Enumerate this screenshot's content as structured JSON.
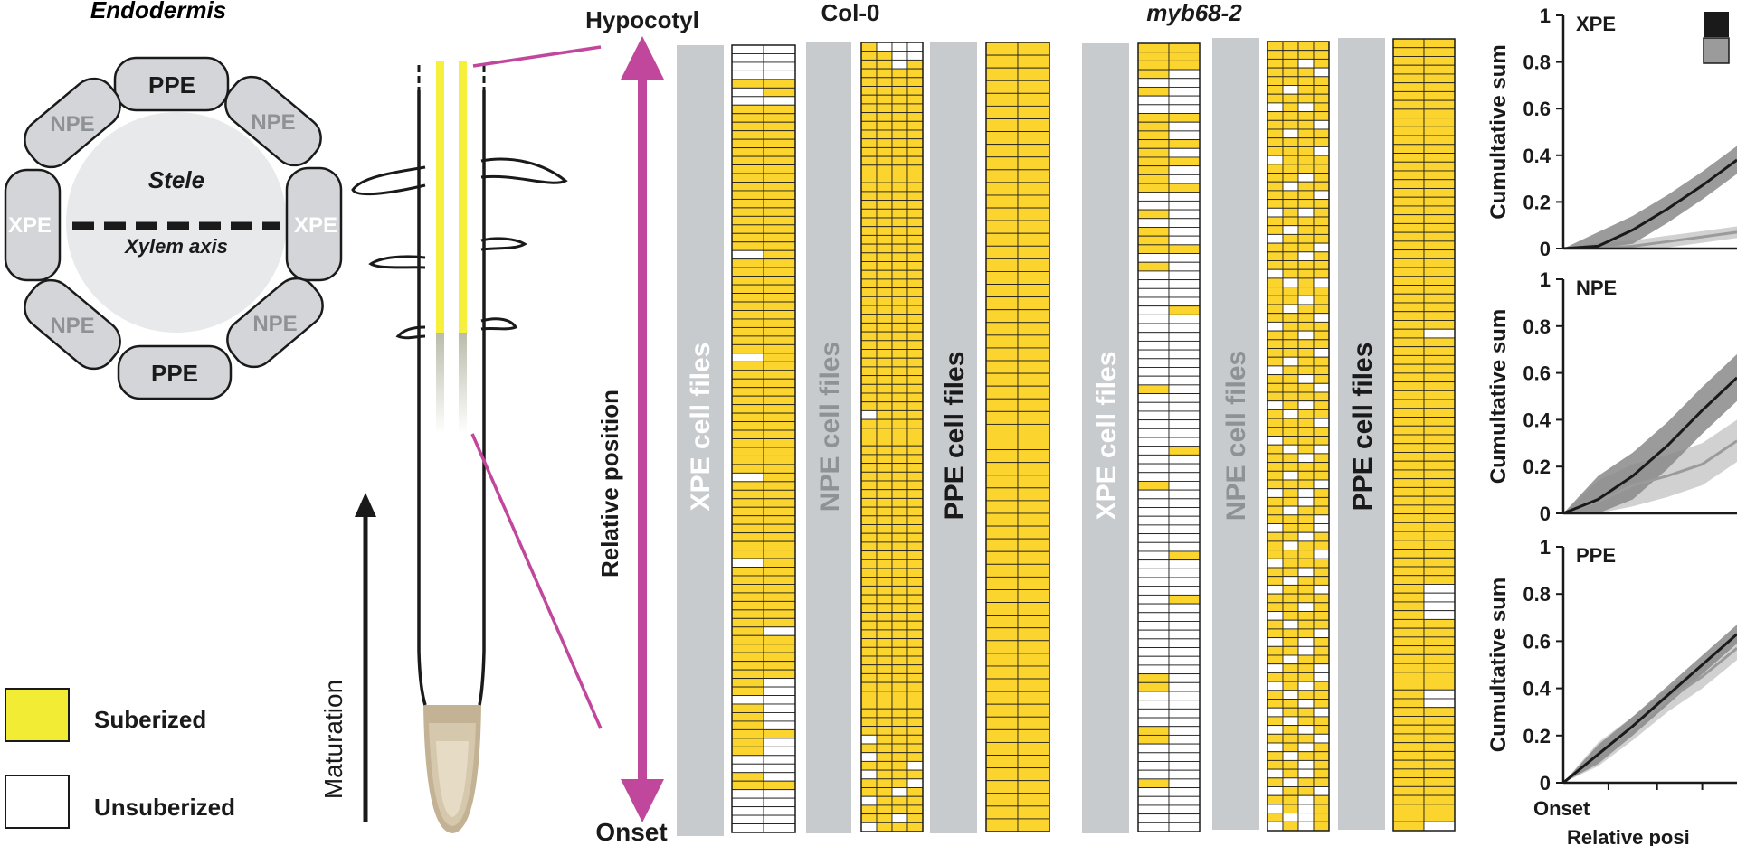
{
  "endodermis": {
    "title": "Endodermis",
    "stele_label": "Stele",
    "xylem_axis_label": "Xylem axis",
    "ppe_label": "PPE",
    "npe_label": "NPE",
    "xpe_label": "XPE"
  },
  "root": {
    "maturation_label": "Maturation"
  },
  "legend": {
    "suberized": "Suberized",
    "unsuberized": "Unsuberized"
  },
  "axis": {
    "top_label": "Hypocotyl",
    "bottom_label": "Onset",
    "relative_position": "Relative position"
  },
  "genotypes": {
    "col0": "Col-0",
    "myb": "myb68-2"
  },
  "file_labels": {
    "xpe": "XPE cell files",
    "npe": "NPE cell files",
    "ppe": "PPE cell files"
  },
  "colors": {
    "suberized": "#fbd42e",
    "legend_suberized": "#f3ec34",
    "unsuberized": "#ffffff",
    "magenta": "#c0479b",
    "file_bar": "#c8cbce",
    "cell_fill": "#d3d5d8",
    "yellow_line": "#f6f03c",
    "dark_series": "#1a1a1a",
    "light_series": "#9b9b9b"
  },
  "cumulative_panels": [
    {
      "title": "XPE",
      "ylabel": "Cumultative sum",
      "yticks": [
        "0",
        "0.2",
        "0.4",
        "0.6",
        "0.8",
        "1"
      ]
    },
    {
      "title": "NPE",
      "ylabel": "Cumultative sum",
      "yticks": [
        "0",
        "0.2",
        "0.4",
        "0.6",
        "0.8",
        "1"
      ]
    },
    {
      "title": "PPE",
      "ylabel": "Cumultative sum",
      "yticks": [
        "0",
        "0.2",
        "0.4",
        "0.6",
        "0.8",
        "1"
      ]
    }
  ],
  "cumulative_xaxis": {
    "start_label": "Onset",
    "xlabel": "Relative posi"
  },
  "chart_data": [
    {
      "type": "line",
      "title": "XPE",
      "ylabel": "Cumultative sum",
      "xlabel": "Relative posi",
      "ylim": [
        0,
        1
      ],
      "x": [
        0,
        0.1,
        0.2,
        0.3,
        0.4,
        0.5
      ],
      "series": [
        {
          "values": [
            0,
            0.01,
            0.08,
            0.17,
            0.27,
            0.38
          ],
          "band_halfwidth": 0.06
        },
        {
          "values": [
            0,
            0.0,
            0.01,
            0.03,
            0.05,
            0.07
          ],
          "band_halfwidth": 0.025
        }
      ]
    },
    {
      "type": "line",
      "title": "NPE",
      "ylabel": "Cumultative sum",
      "xlabel": "Relative posi",
      "ylim": [
        0,
        1
      ],
      "x": [
        0,
        0.1,
        0.2,
        0.3,
        0.4,
        0.5
      ],
      "series": [
        {
          "values": [
            0,
            0.06,
            0.16,
            0.29,
            0.44,
            0.58
          ],
          "band_halfwidth": 0.1
        },
        {
          "values": [
            0,
            0.05,
            0.12,
            0.16,
            0.21,
            0.31
          ],
          "band_halfwidth": 0.09
        }
      ]
    },
    {
      "type": "line",
      "title": "PPE",
      "ylabel": "Cumultative sum",
      "xlabel": "Relative posi",
      "ylim": [
        0,
        1
      ],
      "x": [
        0,
        0.1,
        0.2,
        0.3,
        0.4,
        0.5
      ],
      "series": [
        {
          "values": [
            0,
            0.12,
            0.24,
            0.37,
            0.5,
            0.63
          ],
          "band_halfwidth": 0.04
        },
        {
          "values": [
            0,
            0.12,
            0.23,
            0.35,
            0.45,
            0.57
          ],
          "band_halfwidth": 0.05
        }
      ]
    }
  ],
  "heatmaps": [
    {
      "group": "Col-0",
      "file": "XPE",
      "rows": [
        "00",
        "00",
        "00",
        "00",
        "11",
        "01",
        "00",
        "11",
        "11",
        "11",
        "11",
        "11",
        "11",
        "11",
        "11",
        "11",
        "11",
        "11",
        "11",
        "11",
        "11",
        "11",
        "11",
        "11",
        "01",
        "11",
        "11",
        "11",
        "11",
        "11",
        "11",
        "11",
        "11",
        "11",
        "11",
        "11",
        "01",
        "11",
        "11",
        "11",
        "11",
        "11",
        "11",
        "11",
        "11",
        "11",
        "11",
        "11",
        "11",
        "11",
        "01",
        "11",
        "11",
        "11",
        "11",
        "11",
        "11",
        "11",
        "11",
        "11",
        "01",
        "11",
        "11",
        "11",
        "11",
        "11",
        "11",
        "11",
        "10",
        "11",
        "11",
        "11",
        "11",
        "11",
        "10",
        "10",
        "00",
        "10",
        "10",
        "10",
        "11",
        "10",
        "10",
        "00",
        "00",
        "10",
        "11",
        "00",
        "00",
        "00",
        "00",
        "00"
      ]
    },
    {
      "group": "Col-0",
      "file": "NPE",
      "rows": [
        "1000",
        "1100",
        "1101",
        "1111",
        "1111",
        "1111",
        "1111",
        "1111",
        "1111",
        "1111",
        "1111",
        "1111",
        "1111",
        "1111",
        "1111",
        "1111",
        "1111",
        "1111",
        "1111",
        "1111",
        "1111",
        "1111",
        "1111",
        "1111",
        "1111",
        "1111",
        "1111",
        "1111",
        "1111",
        "1111",
        "1111",
        "1111",
        "1111",
        "1111",
        "1111",
        "1111",
        "1111",
        "1111",
        "1111",
        "1111",
        "1111",
        "1111",
        "0111",
        "1111",
        "1111",
        "1111",
        "1111",
        "1111",
        "1111",
        "1111",
        "1111",
        "1111",
        "1111",
        "1111",
        "1111",
        "1111",
        "1111",
        "1111",
        "1111",
        "1111",
        "1111",
        "1111",
        "1111",
        "1111",
        "1111",
        "1111",
        "1111",
        "1111",
        "1111",
        "1111",
        "1111",
        "1111",
        "1111",
        "1111",
        "1111",
        "1111",
        "1111",
        "1111",
        "1111",
        "0111",
        "1111",
        "0111",
        "1110",
        "0111",
        "1110",
        "1101",
        "0111",
        "1111",
        "1101",
        "0111"
      ]
    },
    {
      "group": "Col-0",
      "file": "PPE",
      "rows": [
        "11",
        "11",
        "11",
        "11",
        "11",
        "11",
        "11",
        "11",
        "11",
        "11",
        "11",
        "11",
        "11",
        "11",
        "11",
        "11",
        "11",
        "11",
        "11",
        "11",
        "11",
        "11",
        "11",
        "11",
        "11",
        "11",
        "11",
        "11",
        "11",
        "11",
        "11",
        "11",
        "11",
        "11",
        "11",
        "11",
        "11",
        "11",
        "11",
        "11",
        "11",
        "11",
        "11",
        "11",
        "11",
        "11",
        "11",
        "11",
        "11",
        "11",
        "11",
        "11",
        "11",
        "11",
        "11",
        "11",
        "11",
        "11",
        "11",
        "11",
        "11",
        "11"
      ]
    },
    {
      "group": "myb68-2",
      "file": "XPE",
      "rows": [
        "11",
        "11",
        "11",
        "10",
        "00",
        "10",
        "00",
        "00",
        "11",
        "10",
        "10",
        "11",
        "10",
        "11",
        "10",
        "10",
        "11",
        "00",
        "00",
        "10",
        "00",
        "10",
        "10",
        "11",
        "00",
        "10",
        "00",
        "00",
        "00",
        "00",
        "01",
        "00",
        "00",
        "00",
        "00",
        "00",
        "00",
        "00",
        "00",
        "10",
        "00",
        "00",
        "00",
        "00",
        "00",
        "00",
        "01",
        "00",
        "00",
        "00",
        "10",
        "00",
        "00",
        "00",
        "00",
        "00",
        "00",
        "00",
        "01",
        "00",
        "00",
        "00",
        "00",
        "01",
        "00",
        "00",
        "00",
        "00",
        "00",
        "00",
        "00",
        "00",
        "10",
        "10",
        "00",
        "00",
        "00",
        "00",
        "10",
        "10",
        "00",
        "00",
        "00",
        "00",
        "10",
        "00",
        "00",
        "00",
        "00",
        "00"
      ]
    },
    {
      "group": "myb68-2",
      "file": "NPE",
      "rows": [
        "1111",
        "1111",
        "1101",
        "1110",
        "1111",
        "1011",
        "1111",
        "0101",
        "1111",
        "1110",
        "1011",
        "1111",
        "1110",
        "0111",
        "1111",
        "1101",
        "1011",
        "1110",
        "1111",
        "0101",
        "1111",
        "1011",
        "0111",
        "1110",
        "1101",
        "1111",
        "0111",
        "1010",
        "1111",
        "1101",
        "1011",
        "1110",
        "0111",
        "1101",
        "1111",
        "1110",
        "1011",
        "0111",
        "1101",
        "1110",
        "1111",
        "0101",
        "1011",
        "1110",
        "1111",
        "0111",
        "1010",
        "1101",
        "1111",
        "1011",
        "1110",
        "0101",
        "1101",
        "1011",
        "1110",
        "0110",
        "1101",
        "1011",
        "1110",
        "0111",
        "1101",
        "1011",
        "0110",
        "1111",
        "1101",
        "0111",
        "1011",
        "1110",
        "0101",
        "1101",
        "1011",
        "0110",
        "1110",
        "0101",
        "1011",
        "1101",
        "0110",
        "1011",
        "0101",
        "1110",
        "0101",
        "1011",
        "1101",
        "0101",
        "1011",
        "0110",
        "1101",
        "0101",
        "1001",
        "0101"
      ]
    },
    {
      "group": "myb68-2",
      "file": "PPE",
      "rows": [
        "11",
        "11",
        "11",
        "11",
        "11",
        "11",
        "11",
        "11",
        "11",
        "11",
        "11",
        "11",
        "11",
        "11",
        "11",
        "11",
        "11",
        "11",
        "11",
        "11",
        "11",
        "11",
        "11",
        "11",
        "11",
        "11",
        "11",
        "11",
        "11",
        "11",
        "11",
        "11",
        "11",
        "10",
        "11",
        "11",
        "11",
        "11",
        "11",
        "11",
        "11",
        "11",
        "11",
        "11",
        "11",
        "11",
        "11",
        "11",
        "11",
        "11",
        "11",
        "11",
        "11",
        "11",
        "11",
        "11",
        "11",
        "11",
        "11",
        "11",
        "11",
        "11",
        "10",
        "10",
        "10",
        "10",
        "11",
        "11",
        "11",
        "11",
        "11",
        "11",
        "11",
        "11",
        "10",
        "10",
        "11",
        "11",
        "11",
        "11",
        "11",
        "11",
        "11",
        "11",
        "11",
        "11",
        "11",
        "11",
        "11",
        "10"
      ]
    }
  ]
}
